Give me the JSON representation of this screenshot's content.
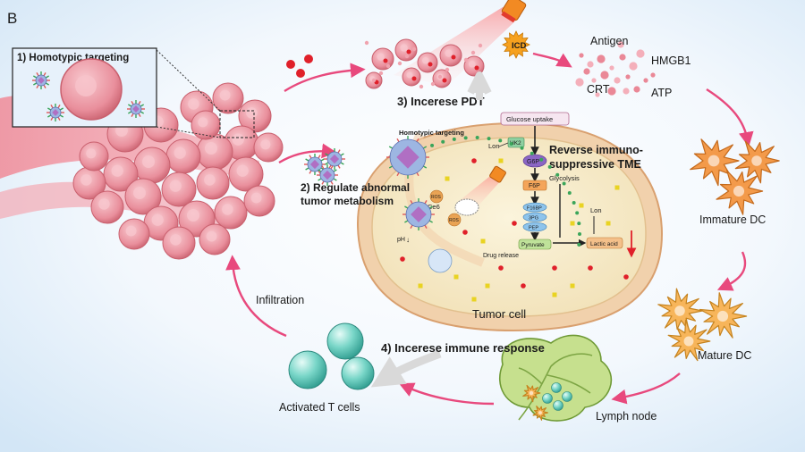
{
  "panel_letter": "B",
  "steps": {
    "s1": "1) Homotypic targeting",
    "s2a": "2) Regulate abnormal",
    "s2b": "tumor metabolism",
    "s3": "3) Incerese PDT",
    "s4": "4) Incerese  immune response"
  },
  "labels": {
    "icd": "ICD",
    "antigen": "Antigen",
    "hmgb1": "HMGB1",
    "crt": "CRT",
    "atp": "ATP",
    "immature_dc": "Immature DC",
    "mature_dc": "Mature DC",
    "lymph_node": "Lymph node",
    "activated_t": "Activated T cells",
    "infiltration": "Infiltration",
    "tumor_cell": "Tumor cell",
    "reverse_1": "Reverse immuno-",
    "reverse_2": "suppressive TME",
    "homotypic_small": "Homotypic targeting",
    "glucose_uptake": "Glucose uptake",
    "lon_top": "Lon",
    "hk2": "HK2",
    "g6p": "G6P",
    "f6p": "F6P",
    "f16bp": "F16BP",
    "g3p": "3PG",
    "pep": "PEP",
    "pyruvate": "Pyruvate",
    "glycolysis": "Glycolysis",
    "lon_right": "Lon",
    "lactic_acid": "Lactic acid",
    "ros1": "ROS",
    "ros2": "ROS",
    "ce6": "Ce6",
    "ph": "pH",
    "drug_release": "Drug release"
  },
  "colors": {
    "tumor_pink": "#ec9aa5",
    "tumor_dark": "#c9606e",
    "cycle_arrow": "#e8497d",
    "dc_orange": "#f39a4a",
    "mature_dc": "#f7b55a",
    "tcell": "#5cc9bb",
    "lymph": "#c6e08e",
    "cell_membrane": "#e9bf97"
  }
}
